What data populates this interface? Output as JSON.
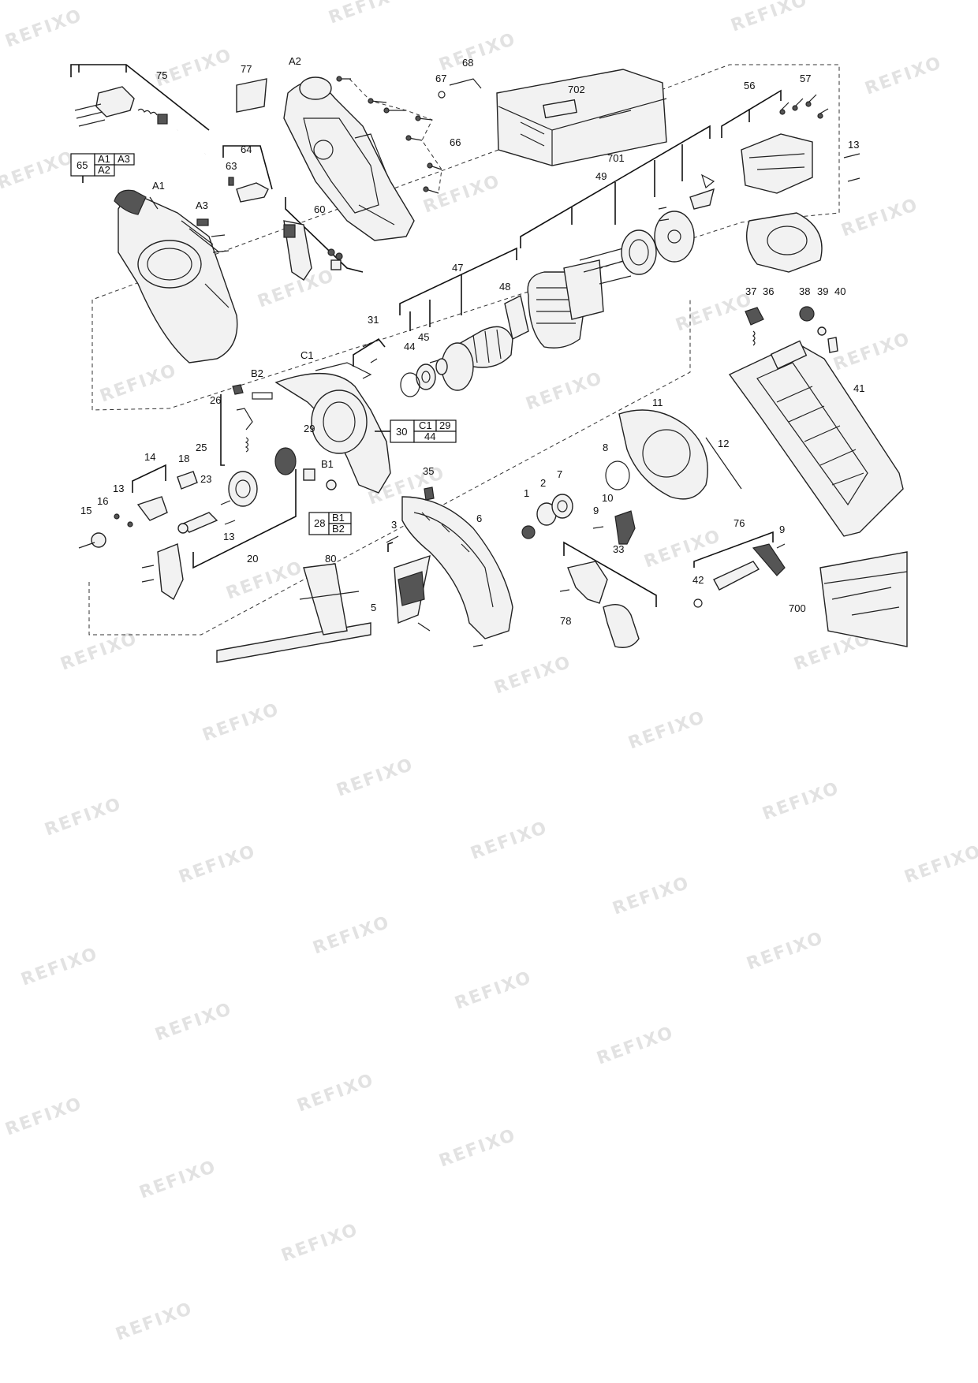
{
  "watermark": {
    "text": "REFIXO"
  },
  "labels": {
    "p77": "77",
    "pA2": "A2",
    "p68": "68",
    "p67": "67",
    "p702": "702",
    "p75": "75",
    "p66": "66",
    "p701": "701",
    "p56": "56",
    "p57": "57",
    "p64": "64",
    "p63": "63",
    "p65": "65",
    "box65_a1": "A1",
    "box65_a3": "A3",
    "box65_a2": "A2",
    "pA1": "A1",
    "pA3": "A3",
    "p60": "60",
    "p49": "49",
    "p13a": "13",
    "p47": "47",
    "p48": "48",
    "p37": "37",
    "p36": "36",
    "p38": "38",
    "p39": "39",
    "p40": "40",
    "p31": "31",
    "p44": "44",
    "p45": "45",
    "pC1": "C1",
    "pB2": "B2",
    "p26": "26",
    "p11": "11",
    "p41": "41",
    "p29": "29",
    "p30": "30",
    "box30_c1": "C1",
    "box30_29": "29",
    "box30_44": "44",
    "p25": "25",
    "p8": "8",
    "p12": "12",
    "p14": "14",
    "p18": "18",
    "pB1": "B1",
    "p35": "35",
    "p7": "7",
    "p2": "2",
    "p1": "1",
    "p23": "23",
    "p13b": "13",
    "p16": "16",
    "p15": "15",
    "p6": "6",
    "p28": "28",
    "box28_b1": "B1",
    "box28_b2": "B2",
    "p10": "10",
    "p9a": "9",
    "p3": "3",
    "p13c": "13",
    "p76": "76",
    "p9b": "9",
    "p33": "33",
    "p20": "20",
    "p80": "80",
    "p42": "42",
    "p5": "5",
    "p78": "78",
    "p700": "700"
  }
}
